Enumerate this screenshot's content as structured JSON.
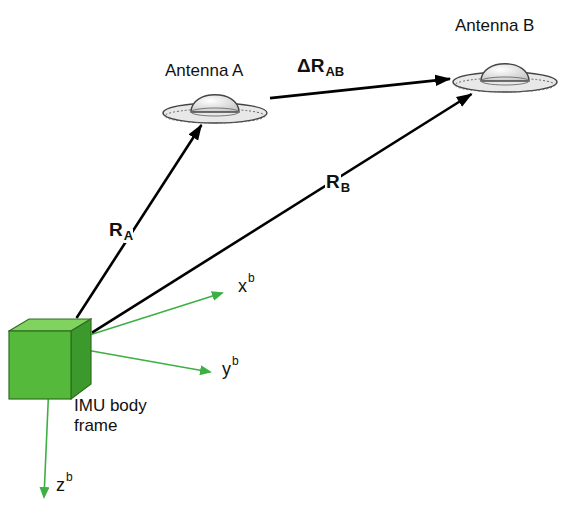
{
  "diagram": {
    "nodes": [
      {
        "text": [
          "Antenna A"
        ]
      },
      {
        "text": [
          "Antenna B"
        ]
      },
      {
        "text": [
          "IMU body frame"
        ]
      }
    ],
    "edges": [
      {
        "from": 2,
        "to": 0,
        "arrow": "to",
        "label": "R"
      },
      {
        "from": 2,
        "to": 1,
        "arrow": "to",
        "label": "R"
      },
      {
        "from": 0,
        "to": 1,
        "arrow": "to",
        "label": "ΔR"
      }
    ],
    "labels": [
      "x",
      "b",
      "y",
      "b",
      "z",
      "b",
      "A",
      "B",
      "AB"
    ]
  }
}
